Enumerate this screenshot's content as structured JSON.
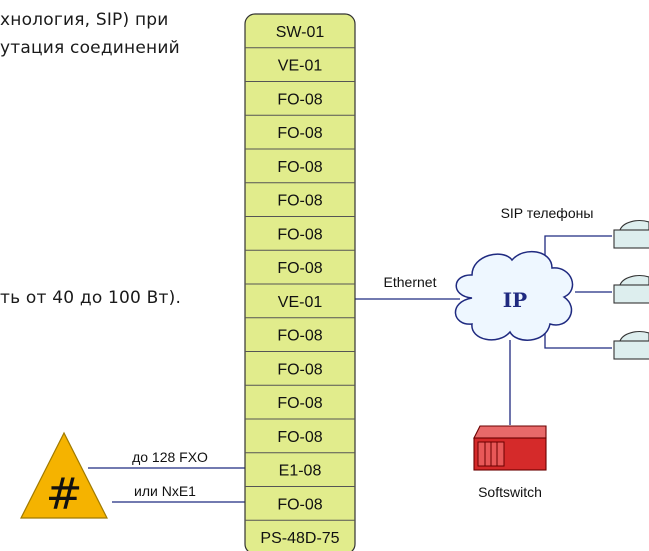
{
  "document": {
    "line1": "хнология, SIP) при",
    "line2": "утация соединений",
    "line3": "ть от 40 до 100 Вт)."
  },
  "chassis": {
    "modules": [
      "SW-01",
      "VE-01",
      "FO-08",
      "FO-08",
      "FO-08",
      "FO-08",
      "FO-08",
      "FO-08",
      "VE-01",
      "FO-08",
      "FO-08",
      "FO-08",
      "FO-08",
      "E1-08",
      "FO-08",
      "PS-48D-75"
    ]
  },
  "pbx": {
    "symbol": "#",
    "link1": "до 128 FXO",
    "link2": "или NxE1"
  },
  "network": {
    "ethernet_label": "Ethernet",
    "cloud_label": "IP",
    "phones_label": "SIP телефоны",
    "softswitch_label": "Softswitch"
  },
  "colors": {
    "chassis_fill": "#e1ec8c",
    "pbx_fill": "#f5b300",
    "softswitch_fill": "#d52a2a",
    "phone_fill": "#ddeeee",
    "line": "#1f2a80"
  }
}
